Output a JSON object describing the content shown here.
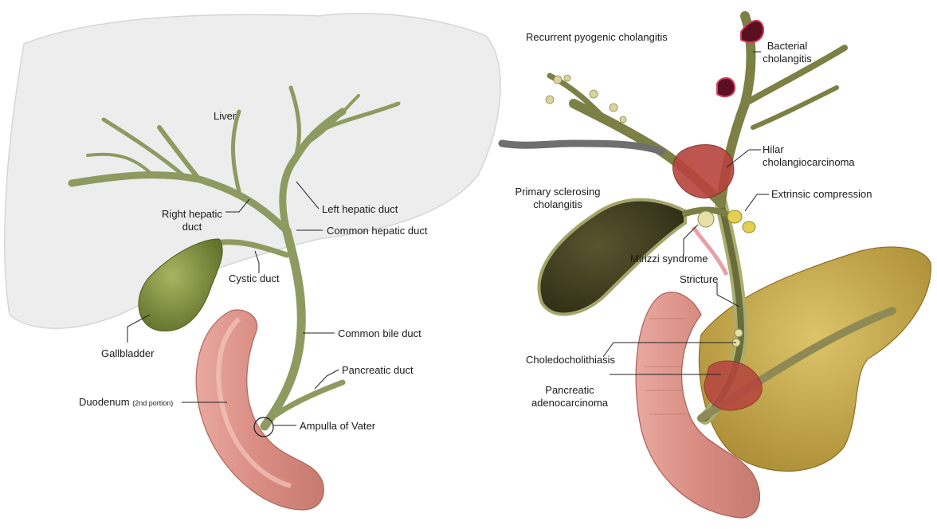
{
  "left_panel": {
    "labels": {
      "liver": "Liver",
      "right_hepatic_duct_line1": "Right hepatic",
      "right_hepatic_duct_line2": "duct",
      "left_hepatic_duct": "Left hepatic duct",
      "common_hepatic_duct": "Common hepatic duct",
      "cystic_duct": "Cystic duct",
      "gallbladder": "Gallbladder",
      "common_bile_duct": "Common bile duct",
      "pancreatic_duct": "Pancreatic duct",
      "duodenum": "Duodenum",
      "duodenum_note": "(2nd portion)",
      "ampulla_of_vater": "Ampulla of Vater"
    }
  },
  "right_panel": {
    "labels": {
      "recurrent_pyogenic_cholangitis": "Recurrent pyogenic cholangitis",
      "bacterial_cholangitis_line1": "Bacterial",
      "bacterial_cholangitis_line2": "cholangitis",
      "hilar_cholangiocarcinoma_line1": "Hilar",
      "hilar_cholangiocarcinoma_line2": "cholangiocarcinoma",
      "primary_sclerosing_line1": "Primary sclerosing",
      "primary_sclerosing_line2": "cholangitis",
      "extrinsic_compression": "Extrinsic compression",
      "mirizzi_syndrome": "Mirizzi syndrome",
      "stricture": "Stricture",
      "choledocholithiasis": "Choledocholithiasis",
      "pancreatic_adenocarcinoma_line1": "Pancreatic",
      "pancreatic_adenocarcinoma_line2": "adenocarcinoma"
    }
  },
  "colors": {
    "liver": "#ececee",
    "duct": "#8f9a60",
    "gallbladder": "#7f8f3e",
    "duodenum": "#d9918a",
    "pancreas": "#c9a84a",
    "tumor": "#b7443e",
    "stone": "#e6e0a8"
  }
}
